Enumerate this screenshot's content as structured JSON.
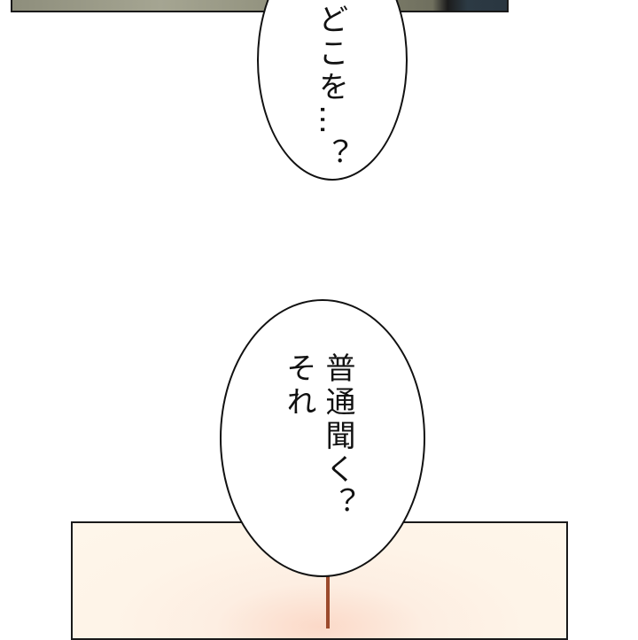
{
  "bubbles": [
    {
      "lines": [
        "どこを…？"
      ]
    },
    {
      "lines": [
        "普通聞く？",
        "それ"
      ]
    }
  ],
  "colors": {
    "bubble_border": "#111111",
    "hair_strand": "#9c4a2c",
    "skin": "#fef4e8"
  }
}
